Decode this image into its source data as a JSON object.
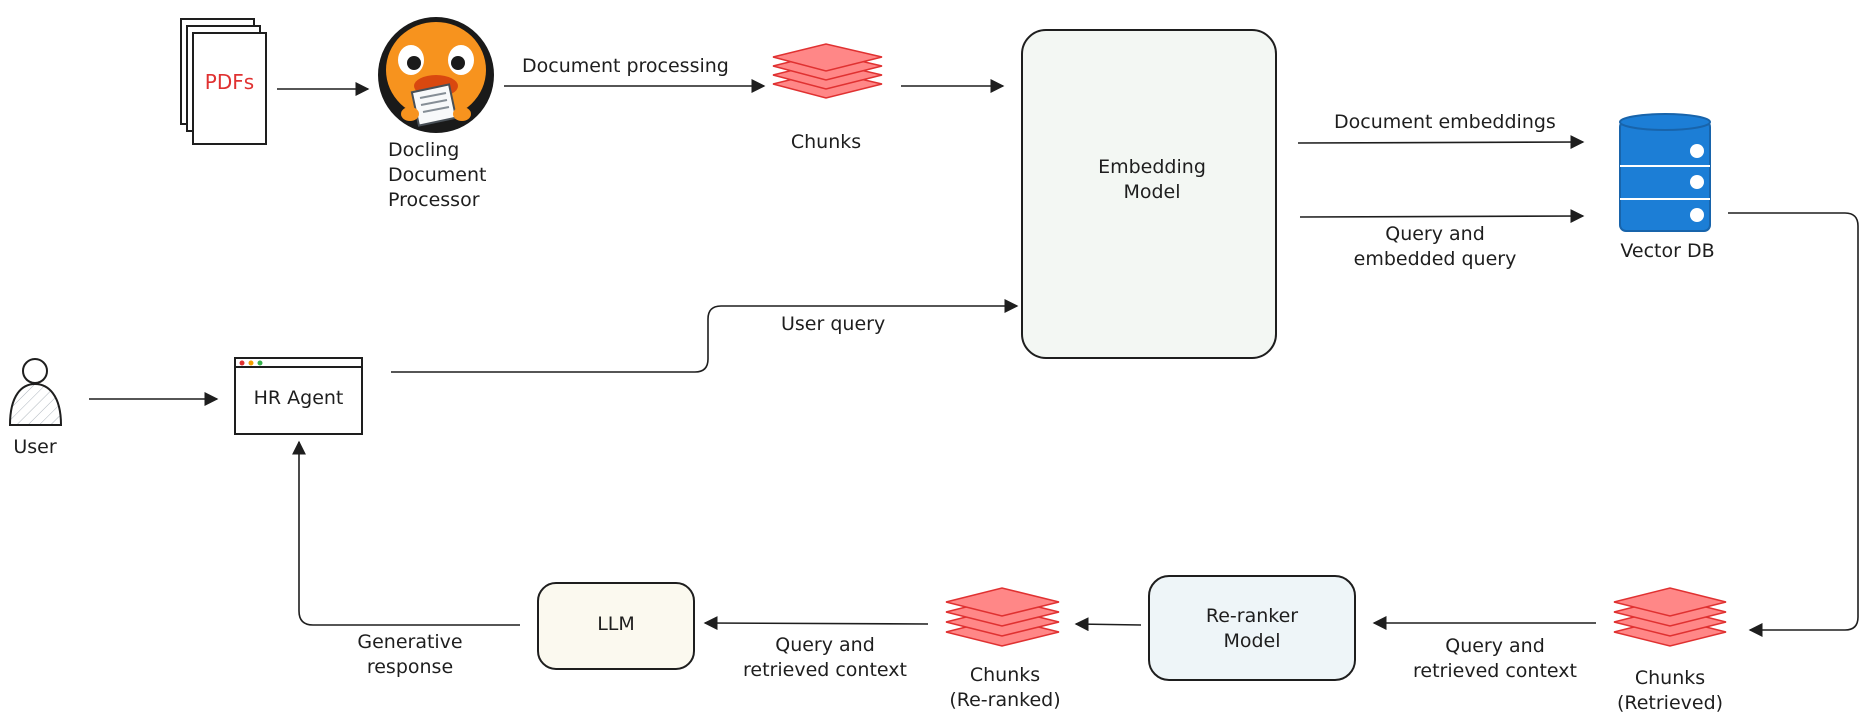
{
  "nodes": {
    "pdfs": {
      "label": "PDFs"
    },
    "docling": {
      "label_lines": [
        "Docling",
        "Document",
        "Processor"
      ]
    },
    "chunks": {
      "label": "Chunks"
    },
    "embedding": {
      "label_lines": [
        "Embedding",
        "Model"
      ]
    },
    "vector_db": {
      "label": "Vector DB"
    },
    "user": {
      "label": "User"
    },
    "hr_agent": {
      "label": "HR Agent"
    },
    "llm": {
      "label": "LLM"
    },
    "chunks_reranked": {
      "label_lines": [
        "Chunks",
        "(Re-ranked)"
      ]
    },
    "reranker": {
      "label_lines": [
        "Re-ranker",
        "Model"
      ]
    },
    "chunks_retrieved": {
      "label_lines": [
        "Chunks",
        "(Retrieved)"
      ]
    }
  },
  "edges": {
    "doc_processing": {
      "label": "Document processing"
    },
    "doc_embeddings": {
      "label": "Document embeddings"
    },
    "query_embedded": {
      "label_lines": [
        "Query and",
        "embedded query"
      ]
    },
    "user_query": {
      "label": "User query"
    },
    "query_context_1": {
      "label_lines": [
        "Query and",
        "retrieved context"
      ]
    },
    "query_context_2": {
      "label_lines": [
        "Query and",
        "retrieved context"
      ]
    },
    "generative": {
      "label_lines": [
        "Generative",
        "response"
      ]
    }
  },
  "colors": {
    "stroke": "#1e1e1e",
    "chunk_fill": "#ff8787",
    "chunk_stroke": "#e03131",
    "pdf_text": "#e03131",
    "db_fill": "#1c7ed6",
    "db_stroke": "#1864ab",
    "embedding_fill": "#f3f7f3",
    "reranker_fill": "#eef5f8",
    "llm_fill": "#fbf9ef",
    "duck_orange": "#f7931e"
  },
  "icons": [
    "pdf-stack-icon",
    "duck-mascot-icon",
    "chunk-stack-icon",
    "database-icon",
    "user-icon",
    "browser-window-icon"
  ]
}
